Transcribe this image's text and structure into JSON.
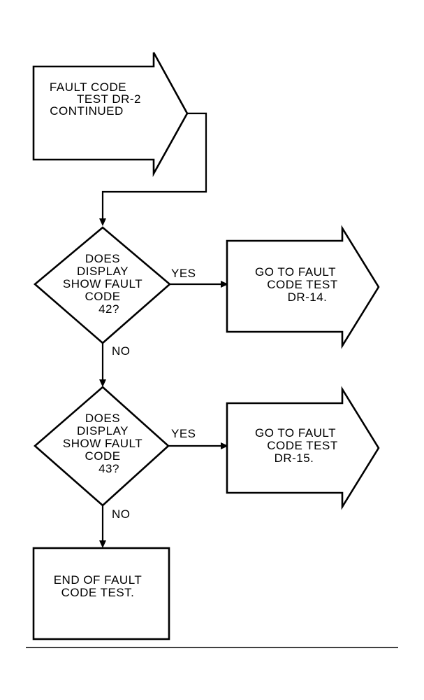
{
  "start": {
    "lines": [
      "FAULT CODE",
      "TEST DR-2",
      "CONTINUED"
    ]
  },
  "decision1": {
    "lines": [
      "DOES",
      "DISPLAY",
      "SHOW FAULT",
      "CODE",
      "42?"
    ],
    "yes_label": "YES",
    "no_label": "NO"
  },
  "action1": {
    "lines": [
      "GO TO FAULT",
      "CODE TEST",
      "DR-14."
    ]
  },
  "decision2": {
    "lines": [
      "DOES",
      "DISPLAY",
      "SHOW FAULT",
      "CODE",
      "43?"
    ],
    "yes_label": "YES",
    "no_label": "NO"
  },
  "action2": {
    "lines": [
      "GO TO FAULT",
      "CODE TEST",
      "DR-15."
    ]
  },
  "end": {
    "lines": [
      "END OF FAULT",
      "CODE TEST."
    ]
  }
}
